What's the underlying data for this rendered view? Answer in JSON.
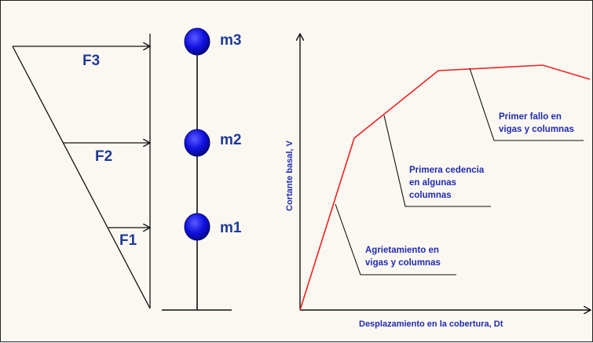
{
  "diagram": {
    "forces": [
      {
        "id": "F3",
        "label": "F3"
      },
      {
        "id": "F2",
        "label": "F2"
      },
      {
        "id": "F1",
        "label": "F1"
      }
    ],
    "masses": [
      {
        "id": "m3",
        "label": "m3"
      },
      {
        "id": "m2",
        "label": "m2"
      },
      {
        "id": "m1",
        "label": "m1"
      }
    ],
    "curve_notes": [
      {
        "id": "agrietamiento",
        "lines": [
          "Agrietamiento en",
          "vigas y columnas"
        ]
      },
      {
        "id": "cedencia",
        "lines": [
          "Primera cedencia",
          "en algunas",
          "columnas"
        ]
      },
      {
        "id": "fallo",
        "lines": [
          "Primer fallo en",
          "vigas y columnas"
        ]
      }
    ],
    "axes": {
      "x_label": "Desplazamiento en la cobertura, Dt",
      "y_label": "Cortante basal, V"
    },
    "colors": {
      "text_blue": "#1f3b95",
      "mass_blue": "#1010e0",
      "curve_red": "#ee2222",
      "line_black": "#111111"
    }
  }
}
